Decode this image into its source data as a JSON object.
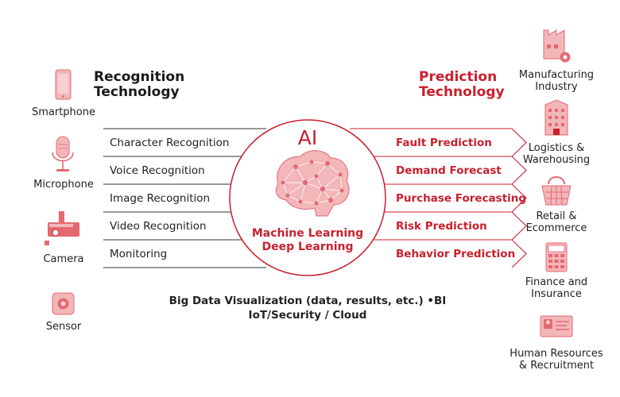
{
  "headings": {
    "recognition": [
      "Recognition",
      "Technology"
    ],
    "prediction": [
      "Prediction",
      "Technology"
    ]
  },
  "devices": [
    {
      "label": "Smartphone",
      "icon": "smartphone-icon"
    },
    {
      "label": "Microphone",
      "icon": "microphone-icon"
    },
    {
      "label": "Camera",
      "icon": "camera-icon"
    },
    {
      "label": "Sensor",
      "icon": "sensor-icon"
    }
  ],
  "recognition_items": [
    "Character Recognition",
    "Voice Recognition",
    "Image Recognition",
    "Video Recognition",
    "Monitoring"
  ],
  "center": {
    "title": "AI",
    "lines": [
      "Machine Learning",
      "Deep Learning"
    ],
    "icon": "brain-network-icon"
  },
  "prediction_items": [
    "Fault Prediction",
    "Demand Forecast",
    "Purchase Forecasting",
    "Risk Prediction",
    "Behavior Prediction"
  ],
  "industries": [
    {
      "lines": [
        "Manufacturing",
        "Industry"
      ],
      "icon": "factory-icon"
    },
    {
      "lines": [
        "Logistics &",
        "Warehousing"
      ],
      "icon": "warehouse-building-icon"
    },
    {
      "lines": [
        "Retail &",
        "Ecommerce"
      ],
      "icon": "shopping-basket-icon"
    },
    {
      "lines": [
        "Finance and",
        "Insurance"
      ],
      "icon": "calculator-icon"
    },
    {
      "lines": [
        "Human Resources",
        "& Recruitment"
      ],
      "icon": "id-card-icon"
    }
  ],
  "bottom": [
    "Big Data Visualization (data, results, etc.) •BI",
    "IoT/Security / Cloud"
  ],
  "colors": {
    "accent": "#c8202e",
    "icon_light": "#f3b6b9",
    "icon_mid": "#e36a73",
    "line": "#c8202e",
    "text": "#222222"
  }
}
